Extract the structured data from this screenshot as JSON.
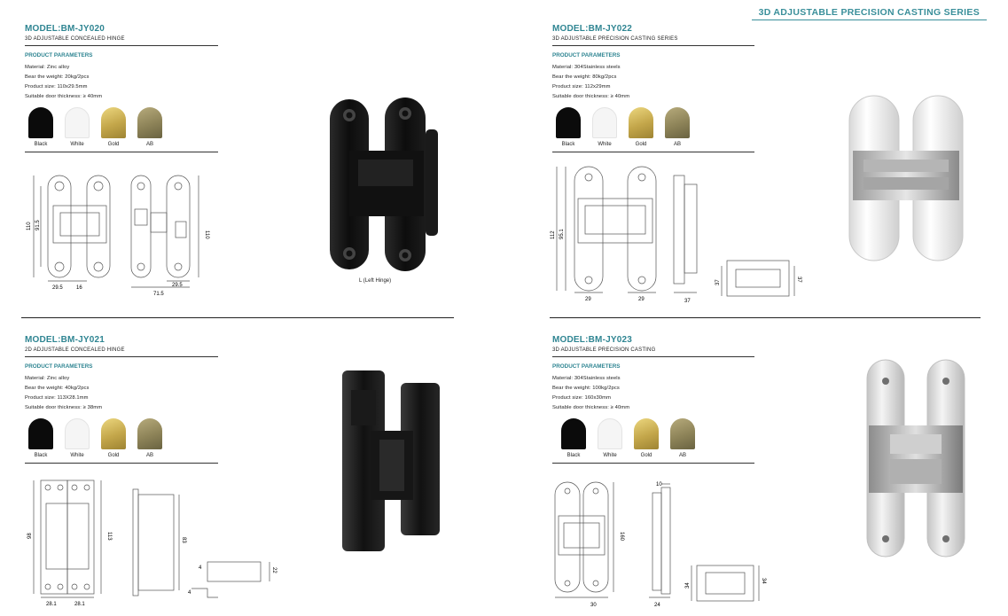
{
  "series_title": "3D ADJUSTABLE PRECISION CASTING SERIES",
  "colors": {
    "accent": "#2f8592",
    "series_accent": "#3a8f9a"
  },
  "products": [
    {
      "model": "MODEL:BM-JY020",
      "subtitle": "3D ADJUSTABLE CONCEALED HINGE",
      "params_heading": "PRODUCT PARAMETERS",
      "params": [
        "Material: Zinc alloy",
        "Bear the weight: 20kg/2pcs",
        "Product size: 110x29.5mm",
        "Suitable door thickness: ≥ 40mm"
      ],
      "finishes": [
        "Black",
        "White",
        "Gold",
        "AB"
      ],
      "dimensions": [
        "110",
        "91.5",
        "29.5",
        "16",
        "71.5",
        "29.5",
        "110"
      ],
      "caption": "L (Left Hinge)"
    },
    {
      "model": "MODEL:BM-JY022",
      "subtitle": "3D ADJUSTABLE PRECISION CASTING SERIES",
      "params_heading": "PRODUCT PARAMETERS",
      "params": [
        "Material: 304Stainless steels",
        "Bear the weight: 80kg/2pcs",
        "Product size: 112x29mm",
        "Suitable door thickness: ≥ 40mm"
      ],
      "finishes": [
        "Black",
        "White",
        "Gold",
        "AB"
      ],
      "dimensions": [
        "112",
        "95.1",
        "29",
        "29",
        "37",
        "37",
        "37"
      ]
    },
    {
      "model": "MODEL:BM-JY021",
      "subtitle": "2D ADJUSTABLE CONCEALED HINGE",
      "params_heading": "PRODUCT PARAMETERS",
      "params": [
        "Material: Zinc alloy",
        "Bear the weight: 40kg/2pcs",
        "Product size: 113X28.1mm",
        "Suitable door thickness: ≥ 38mm"
      ],
      "finishes": [
        "Black",
        "White",
        "Gold",
        "AB"
      ],
      "dimensions": [
        "98",
        "113",
        "28.1",
        "28.1",
        "83",
        "4",
        "22",
        "4"
      ]
    },
    {
      "model": "MODEL:BM-JY023",
      "subtitle": "3D ADJUSTABLE PRECISION CASTING",
      "params_heading": "PRODUCT PARAMETERS",
      "params": [
        "Material: 304Stainless steels",
        "Bear the weight: 100kg/2pcs",
        "Product size: 160x30mm",
        "Suitable door thickness: ≥ 40mm"
      ],
      "finishes": [
        "Black",
        "White",
        "Gold",
        "AB"
      ],
      "dimensions": [
        "10",
        "160",
        "30",
        "24",
        "34",
        "34"
      ]
    }
  ]
}
